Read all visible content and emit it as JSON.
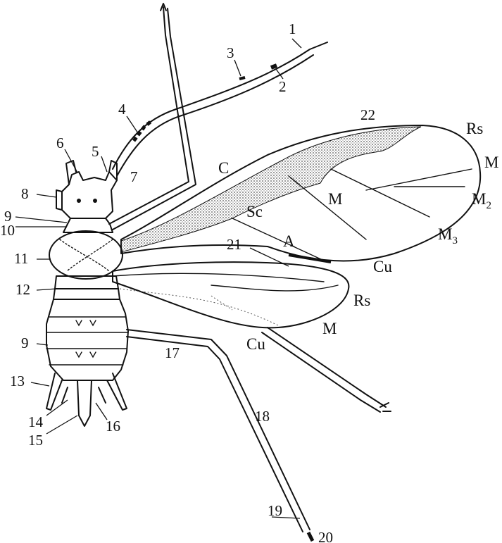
{
  "numbers": {
    "n1": "1",
    "n2": "2",
    "n3": "3",
    "n4": "4",
    "n5": "5",
    "n6": "6",
    "n7": "7",
    "n8": "8",
    "n9a": "9",
    "n9b": "9",
    "n10": "10",
    "n11": "11",
    "n12": "12",
    "n13": "13",
    "n14": "14",
    "n15": "15",
    "n16": "16",
    "n17": "17",
    "n18": "18",
    "n19": "19",
    "n20": "20",
    "n21": "21",
    "n22": "22"
  },
  "veins": {
    "C": "C",
    "Sc": "Sc",
    "A": "A",
    "M_fore_center": "M",
    "Rs_fore": "Rs",
    "M_fore_edge": "M",
    "M2_base": "M",
    "M2_sub": "2",
    "M3_base": "M",
    "M3_sub": "3",
    "Cu_fore": "Cu",
    "Rs_hind": "Rs",
    "M_hind": "M",
    "Cu_hind": "Cu"
  },
  "colors": {
    "ink": "#111111",
    "stipple": "#6e6e6e",
    "paper": "#ffffff"
  }
}
